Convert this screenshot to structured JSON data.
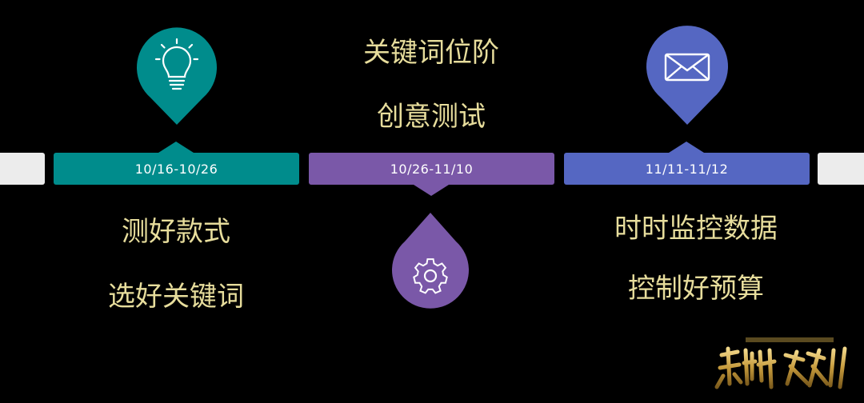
{
  "colors": {
    "teal": "#008c8c",
    "purple": "#7a58a8",
    "blue": "#5567c2",
    "text": "#e7dd9c",
    "cap": "#ececec"
  },
  "timeline": [
    {
      "date": "10/16-10/26",
      "icon": "light-bulb-icon",
      "lines": [
        "测好款式",
        "选好关键词"
      ]
    },
    {
      "date": "10/26-11/10",
      "icon": "gear-icon",
      "lines": [
        "关键词位阶",
        "创意测试"
      ]
    },
    {
      "date": "11/11-11/12",
      "icon": "envelope-icon",
      "lines": [
        "时时监控数据",
        "控制好预算"
      ]
    }
  ]
}
